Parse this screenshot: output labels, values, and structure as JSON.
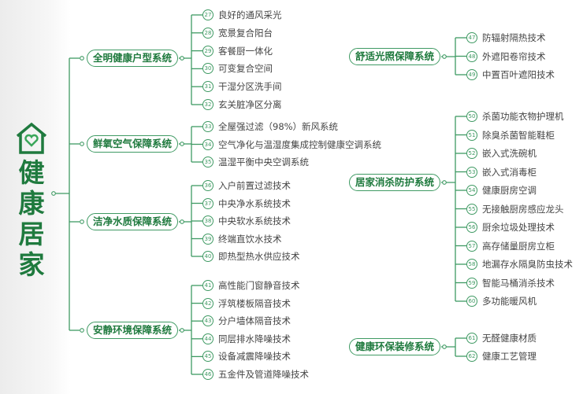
{
  "root": {
    "title": "健康居家",
    "icon": "house-heart-icon"
  },
  "colors": {
    "accent": "#1f7a3e",
    "line": "#3f9a63"
  },
  "left_groups": [
    {
      "label": "全明健康户型系统",
      "items": [
        {
          "n": "27",
          "t": "良好的通风采光"
        },
        {
          "n": "28",
          "t": "宽景复合阳台"
        },
        {
          "n": "29",
          "t": "客餐厨一体化"
        },
        {
          "n": "30",
          "t": "可变复合空间"
        },
        {
          "n": "31",
          "t": "干湿分区洗手间"
        },
        {
          "n": "32",
          "t": "玄关脏净区分离"
        }
      ]
    },
    {
      "label": "鲜氧空气保障系统",
      "items": [
        {
          "n": "33",
          "t": "全屋强过滤（98%）新风系统"
        },
        {
          "n": "34",
          "t": "空气净化与温湿度集成控制健康空调系统"
        },
        {
          "n": "35",
          "t": "温湿平衡中央空调系统"
        }
      ]
    },
    {
      "label": "洁净水质保障系统",
      "items": [
        {
          "n": "36",
          "t": "入户前置过滤技术"
        },
        {
          "n": "37",
          "t": "中央净水系统技术"
        },
        {
          "n": "38",
          "t": "中央软水系统技术"
        },
        {
          "n": "39",
          "t": "终端直饮水技术"
        },
        {
          "n": "40",
          "t": "即热型热水供应技术"
        }
      ]
    },
    {
      "label": "安静环境保障系统",
      "items": [
        {
          "n": "41",
          "t": "高性能门窗静音技术"
        },
        {
          "n": "42",
          "t": "浮筑楼板隔音技术"
        },
        {
          "n": "43",
          "t": "分户墙体隔音技术"
        },
        {
          "n": "44",
          "t": "同层排水降噪技术"
        },
        {
          "n": "45",
          "t": "设备减震降噪技术"
        },
        {
          "n": "46",
          "t": "五金件及管道降噪技术"
        }
      ]
    }
  ],
  "right_groups": [
    {
      "label": "舒适光照保障系统",
      "items": [
        {
          "n": "47",
          "t": "防辐射隔热技术"
        },
        {
          "n": "48",
          "t": "外遮阳卷帘技术"
        },
        {
          "n": "49",
          "t": "中置百叶遮阳技术"
        }
      ]
    },
    {
      "label": "居家消杀防护系统",
      "items": [
        {
          "n": "50",
          "t": "杀菌功能衣物护理机"
        },
        {
          "n": "51",
          "t": "除臭杀菌智能鞋柜"
        },
        {
          "n": "52",
          "t": "嵌入式洗碗机"
        },
        {
          "n": "53",
          "t": "嵌入式消毒柜"
        },
        {
          "n": "54",
          "t": "健康厨房空调"
        },
        {
          "n": "55",
          "t": "无接触厨房感应龙头"
        },
        {
          "n": "56",
          "t": "厨余垃圾处理技术"
        },
        {
          "n": "57",
          "t": "高存储量厨房立柜"
        },
        {
          "n": "58",
          "t": "地漏存水隔臭防虫技术"
        },
        {
          "n": "59",
          "t": "智能马桶消杀技术"
        },
        {
          "n": "60",
          "t": "多功能暖风机"
        }
      ]
    },
    {
      "label": "健康环保装修系统",
      "items": [
        {
          "n": "61",
          "t": "无醛健康材质"
        },
        {
          "n": "62",
          "t": "健康工艺管理"
        }
      ]
    }
  ]
}
